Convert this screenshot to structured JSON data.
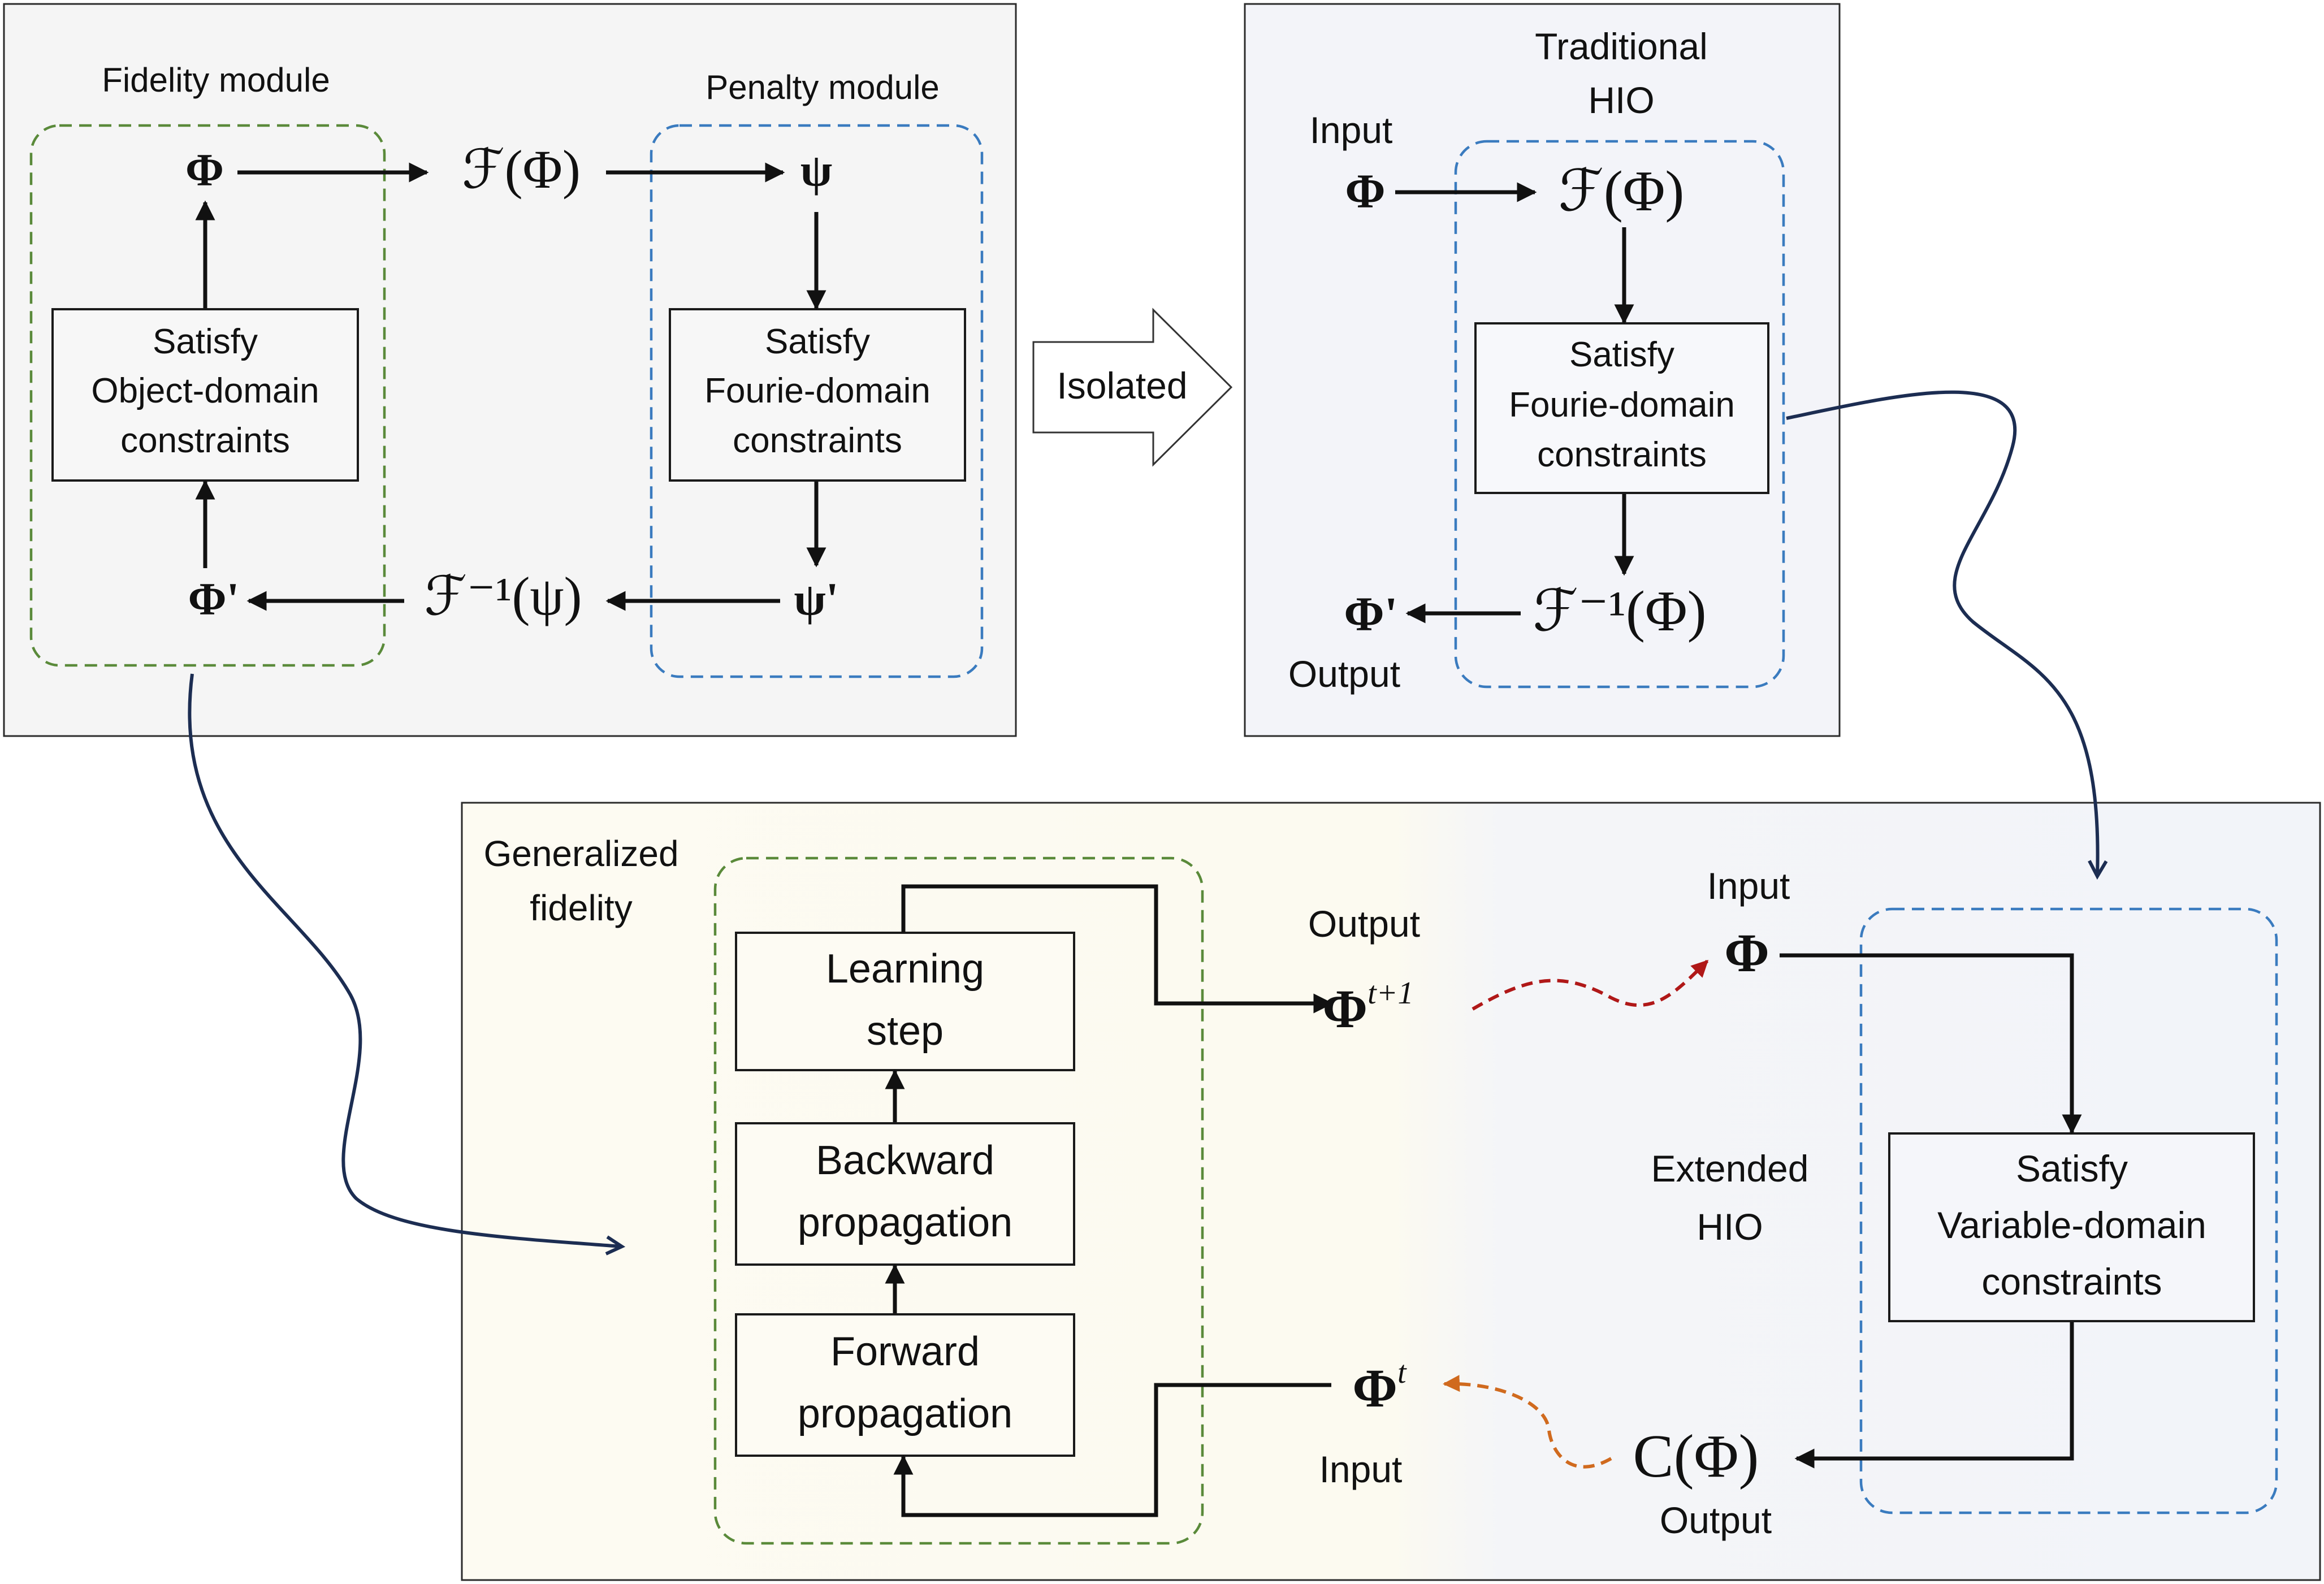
{
  "panels": {
    "hio_split": {
      "fidelity_module": {
        "title": "Fidelity module",
        "box_lines": [
          "Satisfy",
          "Object-domain",
          "constraints"
        ]
      },
      "penalty_module": {
        "title": "Penalty module",
        "box_lines": [
          "Satisfy",
          "Fourie-domain",
          "constraints"
        ]
      },
      "symbols": {
        "phi": "Φ",
        "f_phi": "ℱ(Φ)",
        "psi": "ψ",
        "psi_prime": "ψ'",
        "finv_psi": "ℱ⁻¹(ψ)",
        "phi_prime": "Φ'"
      }
    },
    "isolated_arrow": {
      "label": "Isolated"
    },
    "traditional_hio": {
      "title_lines": [
        "Traditional",
        "HIO"
      ],
      "input_label": "Input",
      "output_label": "Output",
      "box_lines": [
        "Satisfy",
        "Fourie-domain",
        "constraints"
      ],
      "symbols": {
        "phi": "Φ",
        "f_phi": "ℱ(Φ)",
        "finv_phi": "ℱ⁻¹(Φ)",
        "phi_prime": "Φ'"
      }
    },
    "generalized": {
      "fidelity_label_lines": [
        "Generalized",
        "fidelity"
      ],
      "boxes": {
        "learning": [
          "Learning",
          "step"
        ],
        "backward": [
          "Backward",
          "propagation"
        ],
        "forward": [
          "Forward",
          "propagation"
        ]
      },
      "output_label": "Output",
      "input_label": "Input",
      "phi_next": {
        "base": "Φ",
        "sup": "t+1"
      },
      "phi_t": {
        "base": "Φ",
        "sup": "t"
      }
    },
    "extended_hio": {
      "label_lines": [
        "Extended",
        "HIO"
      ],
      "input_label": "Input",
      "output_label": "Output",
      "box_lines": [
        "Satisfy",
        "Variable-domain",
        "constraints"
      ],
      "symbols": {
        "phi": "Φ",
        "c_phi": "C(Φ)"
      }
    }
  },
  "colors": {
    "green_dash": "#5a8a3a",
    "blue_dash": "#3a7bbf",
    "navy_curve": "#1c2d52",
    "red_dash": "#b01818",
    "orange_dash": "#d06a1e"
  }
}
